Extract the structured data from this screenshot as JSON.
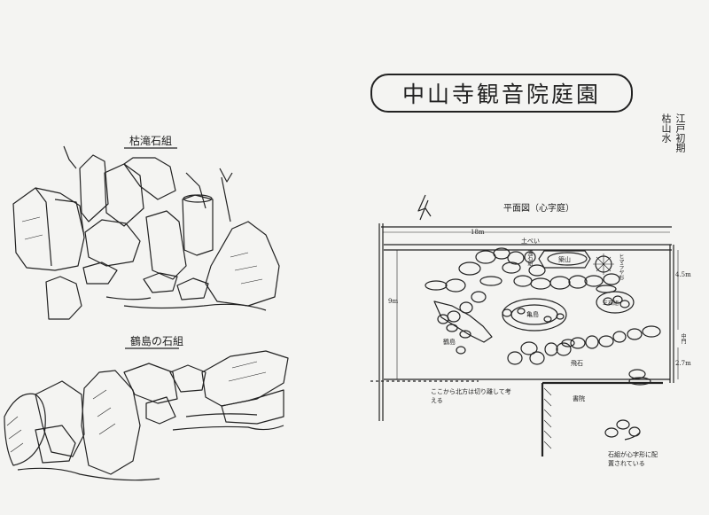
{
  "title": "中山寺観音院庭園",
  "meta": {
    "era": "江戸初期",
    "style": "枯山水"
  },
  "sketches": {
    "karetaki": {
      "label": "枯滝石組"
    },
    "tsurushima": {
      "label": "鶴島の石組"
    }
  },
  "plan": {
    "title": "平面図（心字庭）",
    "wall_label": "土べい",
    "dim_top": "18m",
    "dim_left": "9m",
    "dim_right_upper": "4.5m",
    "dim_right_lower": "2.7m",
    "waterfall_label": "滝石組",
    "mountain_label": "築山",
    "tree_label": "ヒマラヤ杉",
    "kamejima_label": "亀島",
    "sanzon_label": "三石組",
    "tsurushima_label": "鶴島",
    "tobiishi_label": "飛石",
    "gate_label": "中門",
    "cut_note": "ここから北方は切り離して考える",
    "building_label": "書院",
    "legend_note": "石組が心字形に配置されている"
  },
  "colors": {
    "ink": "#222222",
    "paper": "#f4f4f2"
  }
}
